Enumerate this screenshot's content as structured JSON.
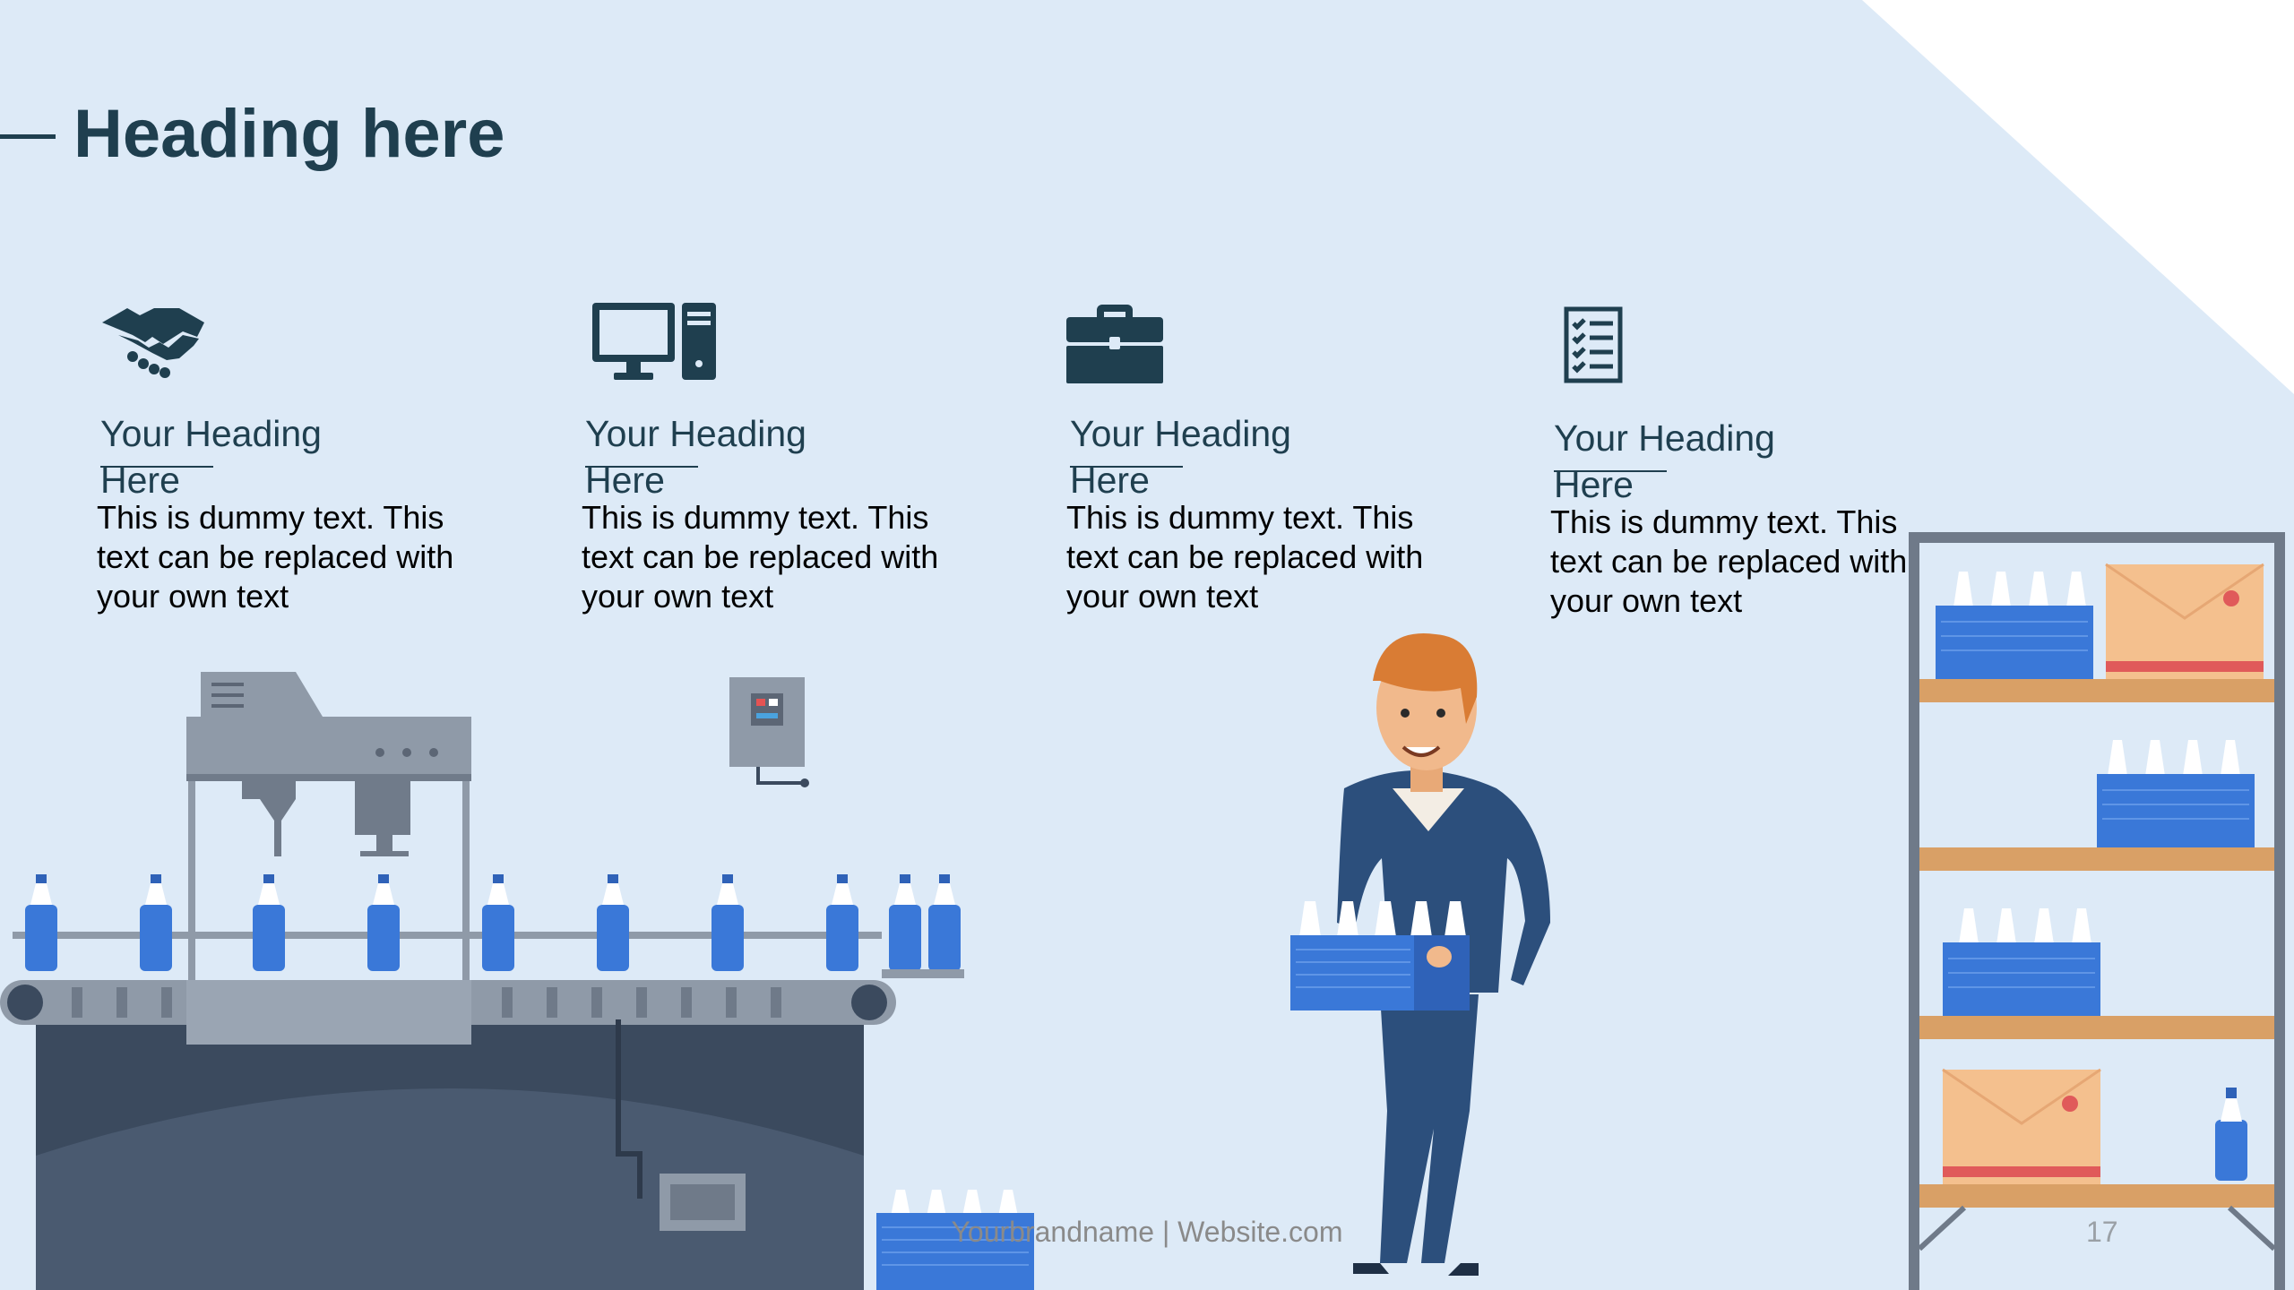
{
  "slide": {
    "title": "Heading here",
    "columns": [
      {
        "icon": "handshake-icon",
        "heading": "Your Heading Here",
        "body": "This is dummy text. This text can be replaced with your own text"
      },
      {
        "icon": "desktop-computer-icon",
        "heading": "Your Heading Here",
        "body": "This is dummy text. This text can be replaced with your own text"
      },
      {
        "icon": "briefcase-icon",
        "heading": "Your Heading Here",
        "body": "This is dummy text. This text can be replaced with your own text"
      },
      {
        "icon": "checklist-icon",
        "heading": "Your Heading Here",
        "body": "This is dummy text. This text can be replaced with your own text"
      }
    ],
    "footer": "Yourbrandname | Website.com",
    "page_number": "17"
  },
  "colors": {
    "background": "#ddeaf7",
    "heading": "#1f3f4f",
    "machine": "#8f9aa8",
    "bottle_blue": "#3a78d8",
    "worker_uniform": "#2c4f7c"
  }
}
